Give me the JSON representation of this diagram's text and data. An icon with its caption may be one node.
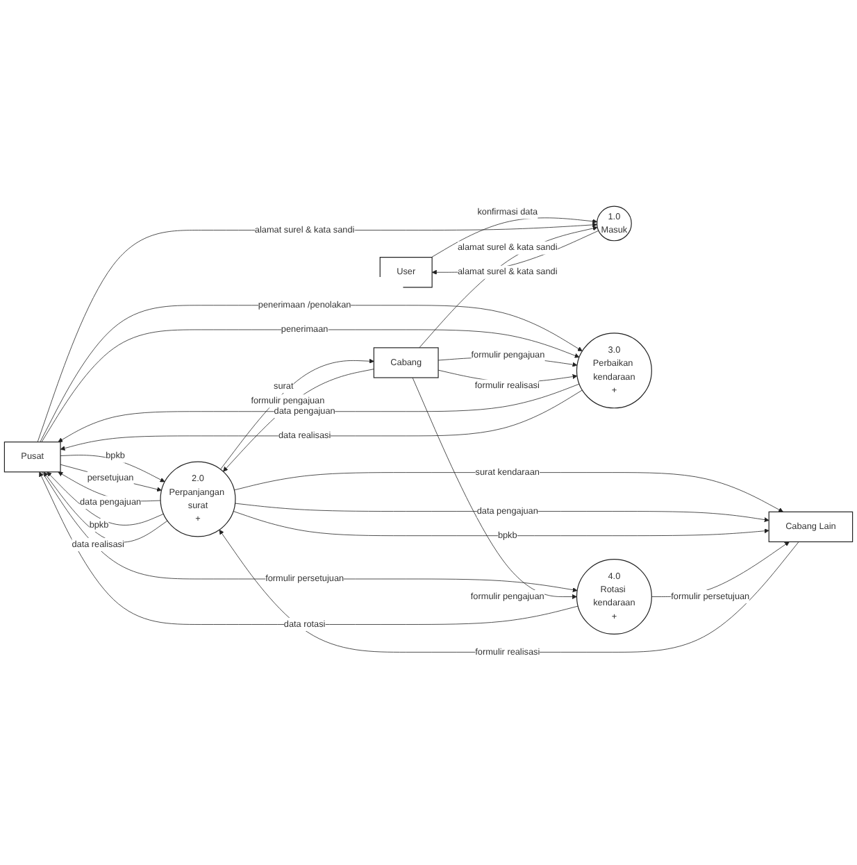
{
  "diagram": {
    "nodes": [
      {
        "text": [
          "User"
        ]
      },
      {
        "text": [
          "1.0",
          "Masuk"
        ]
      },
      {
        "text": [
          "Pusat"
        ]
      },
      {
        "text": [
          "2.0",
          "Perpanjangan surat",
          "+"
        ]
      },
      {
        "text": [
          "Cabang Lain"
        ]
      },
      {
        "text": [
          "Cabang"
        ]
      },
      {
        "text": [
          "3.0",
          "Perbaikan kendaraan",
          "+"
        ]
      },
      {
        "text": [
          "4.0",
          "Rotasi kendaraan",
          "+"
        ]
      }
    ],
    "edges": [
      {
        "from": 1,
        "to": 0,
        "arrow": "to",
        "label": "alamat surel & kata sandi"
      },
      {
        "from": 0,
        "to": 1,
        "arrow": "to",
        "label": "konfirmasi data"
      },
      {
        "from": 2,
        "to": 1,
        "arrow": "to",
        "label": "alamat surel & kata sandi"
      },
      {
        "from": 5,
        "to": 1,
        "arrow": "to",
        "label": "alamat surel & kata sandi"
      },
      {
        "from": 5,
        "to": 3,
        "arrow": "to",
        "label": "formulir pengajuan"
      },
      {
        "from": 3,
        "to": 5,
        "arrow": "to",
        "label": "surat"
      },
      {
        "from": 3,
        "to": 4,
        "arrow": "to",
        "label": "surat kendaraan"
      },
      {
        "from": 3,
        "to": 4,
        "arrow": "to",
        "label": "data pengajuan"
      },
      {
        "from": 3,
        "to": 4,
        "arrow": "to",
        "label": "bpkb"
      },
      {
        "from": 4,
        "to": 3,
        "arrow": "to",
        "label": "formulir realisasi"
      },
      {
        "from": 2,
        "to": 3,
        "arrow": "to",
        "label": "bpkb"
      },
      {
        "from": 3,
        "to": 2,
        "arrow": "to",
        "label": "data pengajuan"
      },
      {
        "from": 3,
        "to": 2,
        "arrow": "to",
        "label": "bpkb"
      },
      {
        "from": 3,
        "to": 2,
        "arrow": "to",
        "label": "data realisasi"
      },
      {
        "from": 2,
        "to": 3,
        "arrow": "to",
        "label": "persetujuan"
      },
      {
        "from": 6,
        "to": 2,
        "arrow": "to",
        "label": "data pengajuan"
      },
      {
        "from": 2,
        "to": 6,
        "arrow": "to",
        "label": "penerimaan /penolakan"
      },
      {
        "from": 6,
        "to": 2,
        "arrow": "to",
        "label": "data realisasi"
      },
      {
        "from": 2,
        "to": 6,
        "arrow": "to",
        "label": "penerimaan"
      },
      {
        "from": 5,
        "to": 6,
        "arrow": "to",
        "label": "formulir pengajuan"
      },
      {
        "from": 5,
        "to": 6,
        "arrow": "to",
        "label": "formulir realisasi"
      },
      {
        "from": 7,
        "to": 4,
        "arrow": "to",
        "label": "formulir persetujuan"
      },
      {
        "from": 7,
        "to": 2,
        "arrow": "to",
        "label": "data rotasi"
      },
      {
        "from": 2,
        "to": 7,
        "arrow": "to",
        "label": "formulir persetujuan"
      },
      {
        "from": 5,
        "to": 7,
        "arrow": "to",
        "label": "formulir pengajuan"
      }
    ]
  }
}
